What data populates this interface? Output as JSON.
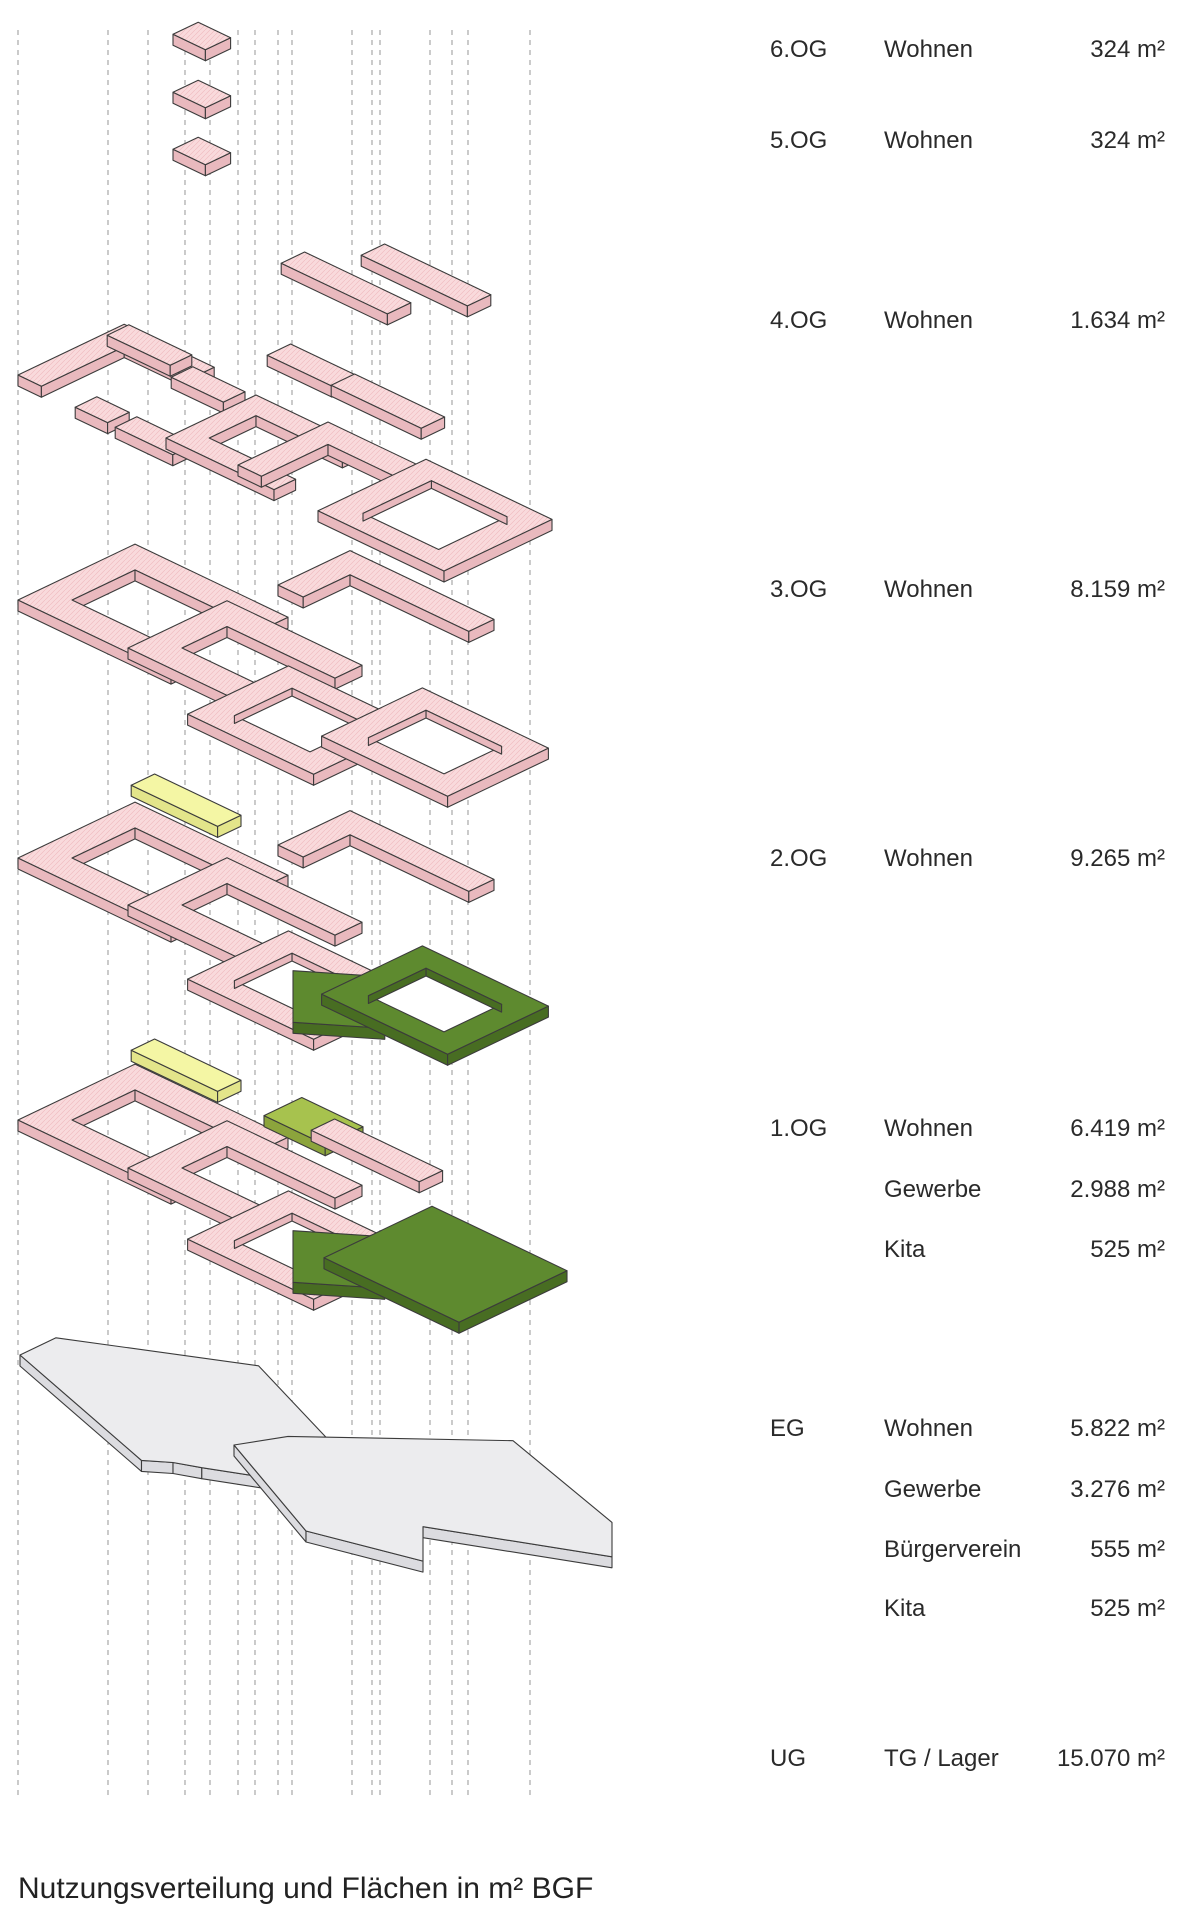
{
  "caption": "Nutzungsverteilung und Flächen in m² BGF",
  "colors": {
    "wohnen": "#f9dadc",
    "gewerbe": "#5e8a2f",
    "kita": "#f4f6a4",
    "buergerverein": "#a7c24e",
    "ug": "#ececee",
    "outline": "#3b3b3b",
    "guides": "#9a9a9a"
  },
  "levels": [
    {
      "name": "6.OG",
      "rows": [
        {
          "use": "Wohnen",
          "area": "324 m²"
        }
      ]
    },
    {
      "name": "5.OG",
      "rows": [
        {
          "use": "Wohnen",
          "area": "324 m²"
        }
      ]
    },
    {
      "name": "4.OG",
      "rows": [
        {
          "use": "Wohnen",
          "area": "1.634 m²"
        }
      ]
    },
    {
      "name": "3.OG",
      "rows": [
        {
          "use": "Wohnen",
          "area": "8.159 m²"
        }
      ]
    },
    {
      "name": "2.OG",
      "rows": [
        {
          "use": "Wohnen",
          "area": "9.265 m²"
        }
      ]
    },
    {
      "name": "1.OG",
      "rows": [
        {
          "use": "Wohnen",
          "area": "6.419 m²"
        },
        {
          "use": "Gewerbe",
          "area": "2.988 m²"
        },
        {
          "use": "Kita",
          "area": "525 m²"
        }
      ]
    },
    {
      "name": "EG",
      "rows": [
        {
          "use": "Wohnen",
          "area": "5.822 m²"
        },
        {
          "use": "Gewerbe",
          "area": "3.276 m²"
        },
        {
          "use": "Bürgerverein",
          "area": "555 m²"
        },
        {
          "use": "Kita",
          "area": "525 m²"
        }
      ]
    },
    {
      "name": "UG",
      "rows": [
        {
          "use": "TG / Lager",
          "area": "15.070 m²"
        }
      ]
    }
  ]
}
